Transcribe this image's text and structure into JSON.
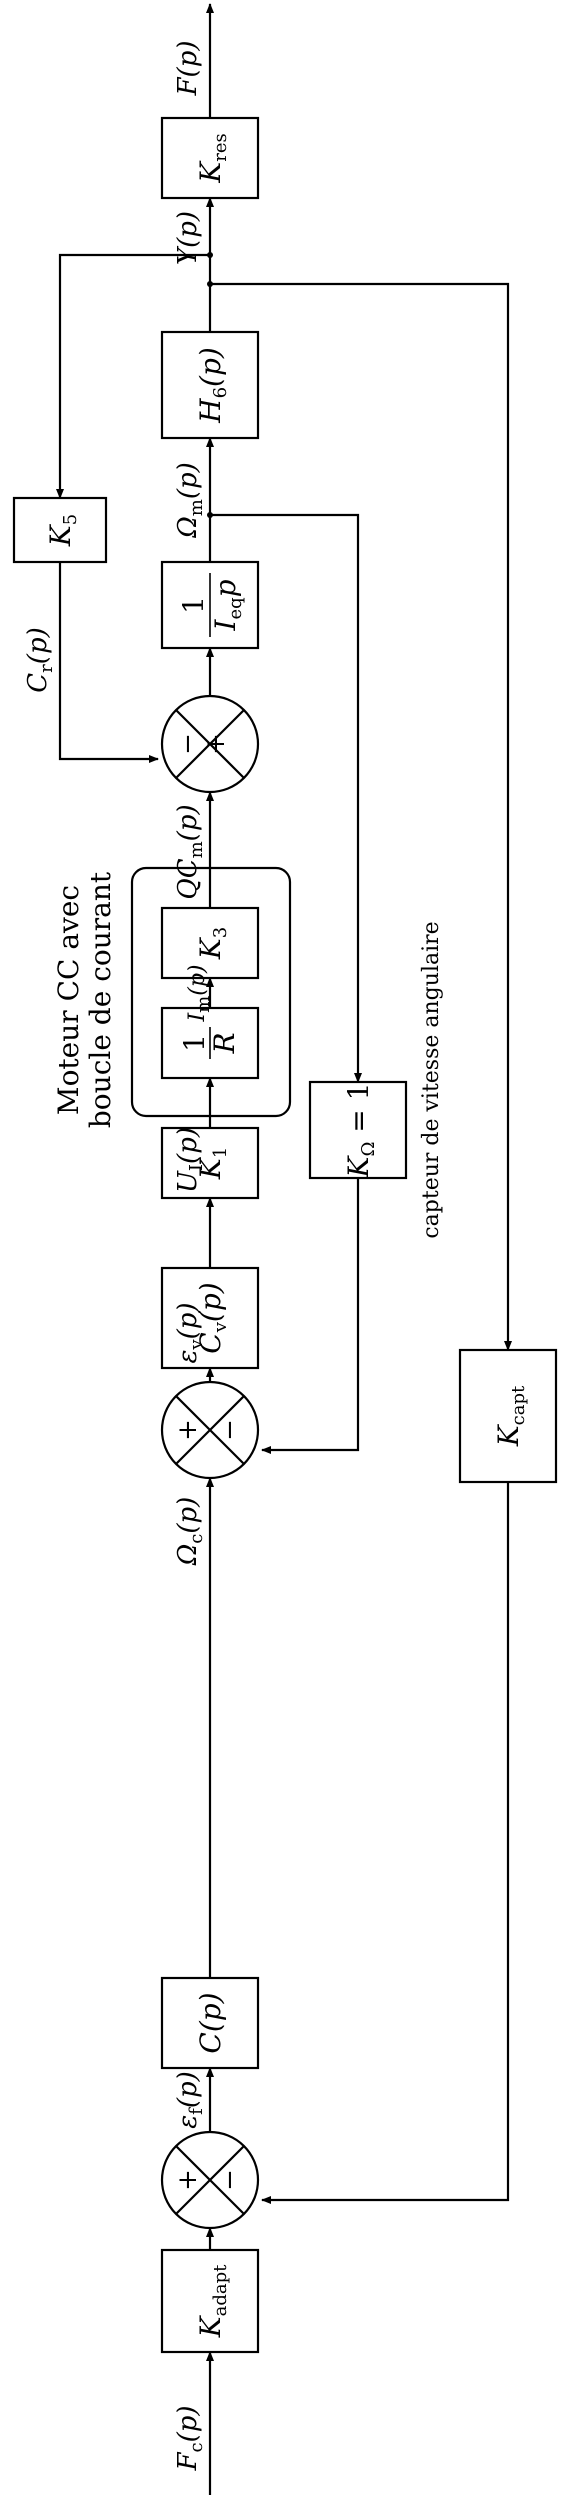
{
  "blocks": {
    "k_adapt": {
      "main": "K",
      "sub": "adapt"
    },
    "c": "C(p)",
    "c_v": {
      "main": "C",
      "sub": "v",
      "arg": "(p)"
    },
    "k1": {
      "main": "K",
      "sub": "1"
    },
    "inv_r": {
      "num": "1",
      "den": "R"
    },
    "k3": {
      "main": "K",
      "sub": "3"
    },
    "inv_ieq": {
      "num": "1",
      "den_main": "I",
      "den_sub": "eq",
      "den_tail": "p"
    },
    "h6": {
      "main": "H",
      "sub": "6",
      "arg": "(p)"
    },
    "k_res": {
      "main": "K",
      "sub": "res"
    },
    "k5": {
      "main": "K",
      "sub": "5"
    },
    "k_omega": "K_Ω = 1",
    "k_omega_parts": {
      "main": "K",
      "sub": "Ω",
      "tail": " = 1"
    },
    "k_capt": {
      "main": "K",
      "sub": "capt"
    }
  },
  "signals": {
    "fc": {
      "main": "F",
      "sub": "c",
      "arg": "(p)"
    },
    "eps_f": {
      "main": "ε",
      "sub": "f",
      "arg": "(p)"
    },
    "omega_c": {
      "main": "Ω",
      "sub": "c",
      "arg": "(p)"
    },
    "eps_v": {
      "main": "ε",
      "sub": "v",
      "arg": "(p)"
    },
    "u_i": {
      "main": "U",
      "sub": "I",
      "arg": "(p)"
    },
    "i_m": {
      "main": "I",
      "sub": "m",
      "arg": "(p)"
    },
    "qc_m": {
      "main": "QC",
      "sub": "m",
      "arg": "(p)"
    },
    "omega_m": {
      "main": "Ω",
      "sub": "m",
      "arg": "(p)"
    },
    "y": "Y(p)",
    "f": "F(p)",
    "c_r": {
      "main": "C",
      "sub": "r",
      "arg": "(p)"
    }
  },
  "signs": {
    "plus": "+",
    "minus": "−"
  },
  "annotations": {
    "motor_line1": "Moteur CC avec",
    "motor_line2": "boucle de courant",
    "sensor": "capteur de vitesse angulaire"
  }
}
